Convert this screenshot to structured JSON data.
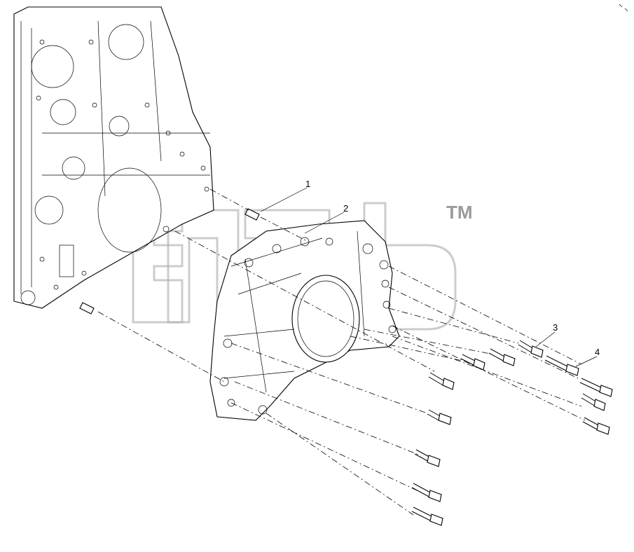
{
  "callouts": [
    {
      "id": "1",
      "label": "1"
    },
    {
      "id": "2",
      "label": "2"
    },
    {
      "id": "3",
      "label": "3"
    },
    {
      "id": "4",
      "label": "4"
    }
  ],
  "watermark": {
    "text": "TM"
  },
  "colors": {
    "line": "#000000",
    "background": "#ffffff",
    "watermark": "#b0b0b0"
  }
}
